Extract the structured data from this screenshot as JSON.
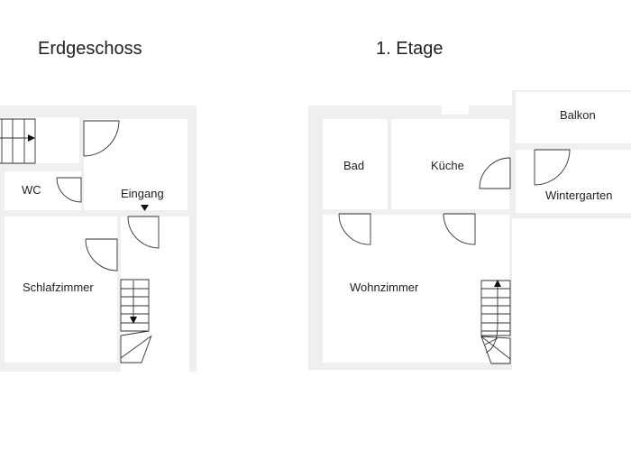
{
  "floors": [
    {
      "title": "Erdgeschoss",
      "rooms": [
        "WC",
        "Eingang",
        "Schlafzimmer"
      ]
    },
    {
      "title": "1. Etage",
      "rooms": [
        "Bad",
        "Küche",
        "Balkon",
        "Wintergarten",
        "Wohnzimmer"
      ]
    }
  ],
  "colors": {
    "wall": "#efefef",
    "line": "#333333",
    "background": "#ffffff"
  },
  "icons": {
    "entrance": "triangle-down-icon",
    "stairs": "stairs-arrow-icon"
  }
}
